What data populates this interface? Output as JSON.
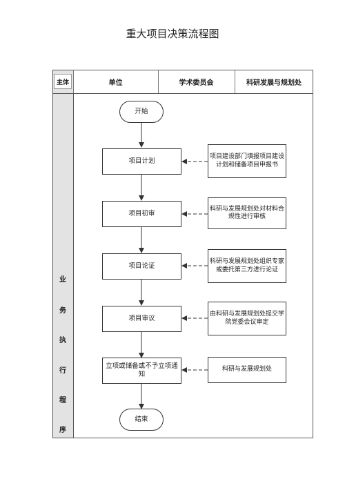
{
  "title": "重大项目决策流程图",
  "header": {
    "subject_label": "主体",
    "col1": "单位",
    "col2": "学术委员会",
    "col3": "科研发展与规划处"
  },
  "side_label": [
    "业",
    "务",
    "执",
    "行",
    "程",
    "序"
  ],
  "flow": {
    "start": "开始",
    "step1": "项目计划",
    "step2": "项目初审",
    "step3": "项目论证",
    "step4": "项目审议",
    "step5": "立项或储备或不予立项通知",
    "end": "结束"
  },
  "notes": {
    "note1": "项目建设部门填报项目建设计划和储备项目申报书",
    "note2": "科研与发展规划处对材料合规性进行审核",
    "note3": "科研与发展规划处组织专家或委托第三方进行论证",
    "note4": "由科研与发展规划处提交学院党委会议审定",
    "note5": "科研与发展规划处"
  }
}
